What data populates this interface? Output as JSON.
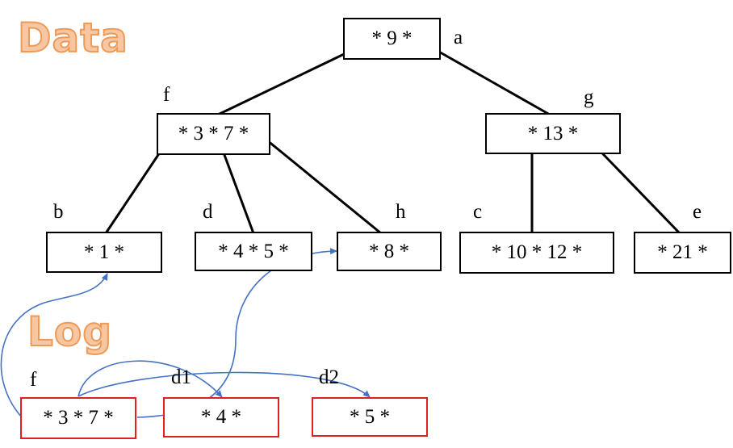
{
  "sections": {
    "data_title": "Data",
    "log_title": "Log"
  },
  "colors": {
    "section_title_fill": "#f7c7a3",
    "section_title_stroke": "#ee9a57",
    "data_node_border": "#000000",
    "log_node_border": "#e02020",
    "tree_edge": "#000000",
    "log_pointer": "#4472c4"
  },
  "tree": {
    "nodes": {
      "a": {
        "label": "a",
        "keys": "* 9 *"
      },
      "f": {
        "label": "f",
        "keys": "* 3 * 7 *"
      },
      "g": {
        "label": "g",
        "keys": "* 13 *"
      },
      "b": {
        "label": "b",
        "keys": "* 1 *"
      },
      "d": {
        "label": "d",
        "keys": "* 4 * 5 *"
      },
      "h": {
        "label": "h",
        "keys": "* 8 *"
      },
      "c": {
        "label": "c",
        "keys": "* 10 * 12 *"
      },
      "e": {
        "label": "e",
        "keys": "* 21 *"
      }
    },
    "edges": [
      [
        "a",
        "f"
      ],
      [
        "a",
        "g"
      ],
      [
        "f",
        "b"
      ],
      [
        "f",
        "d"
      ],
      [
        "f",
        "h"
      ],
      [
        "g",
        "c"
      ],
      [
        "g",
        "e"
      ]
    ]
  },
  "log": {
    "nodes": {
      "f": {
        "label": "f",
        "keys": "* 3 * 7 *"
      },
      "d1": {
        "label": "d1",
        "keys": "* 4 *"
      },
      "d2": {
        "label": "d2",
        "keys": "* 5 *"
      }
    },
    "pointers": [
      [
        "f",
        "b"
      ],
      [
        "f",
        "d1"
      ],
      [
        "f",
        "d2"
      ],
      [
        "f",
        "h"
      ]
    ]
  }
}
